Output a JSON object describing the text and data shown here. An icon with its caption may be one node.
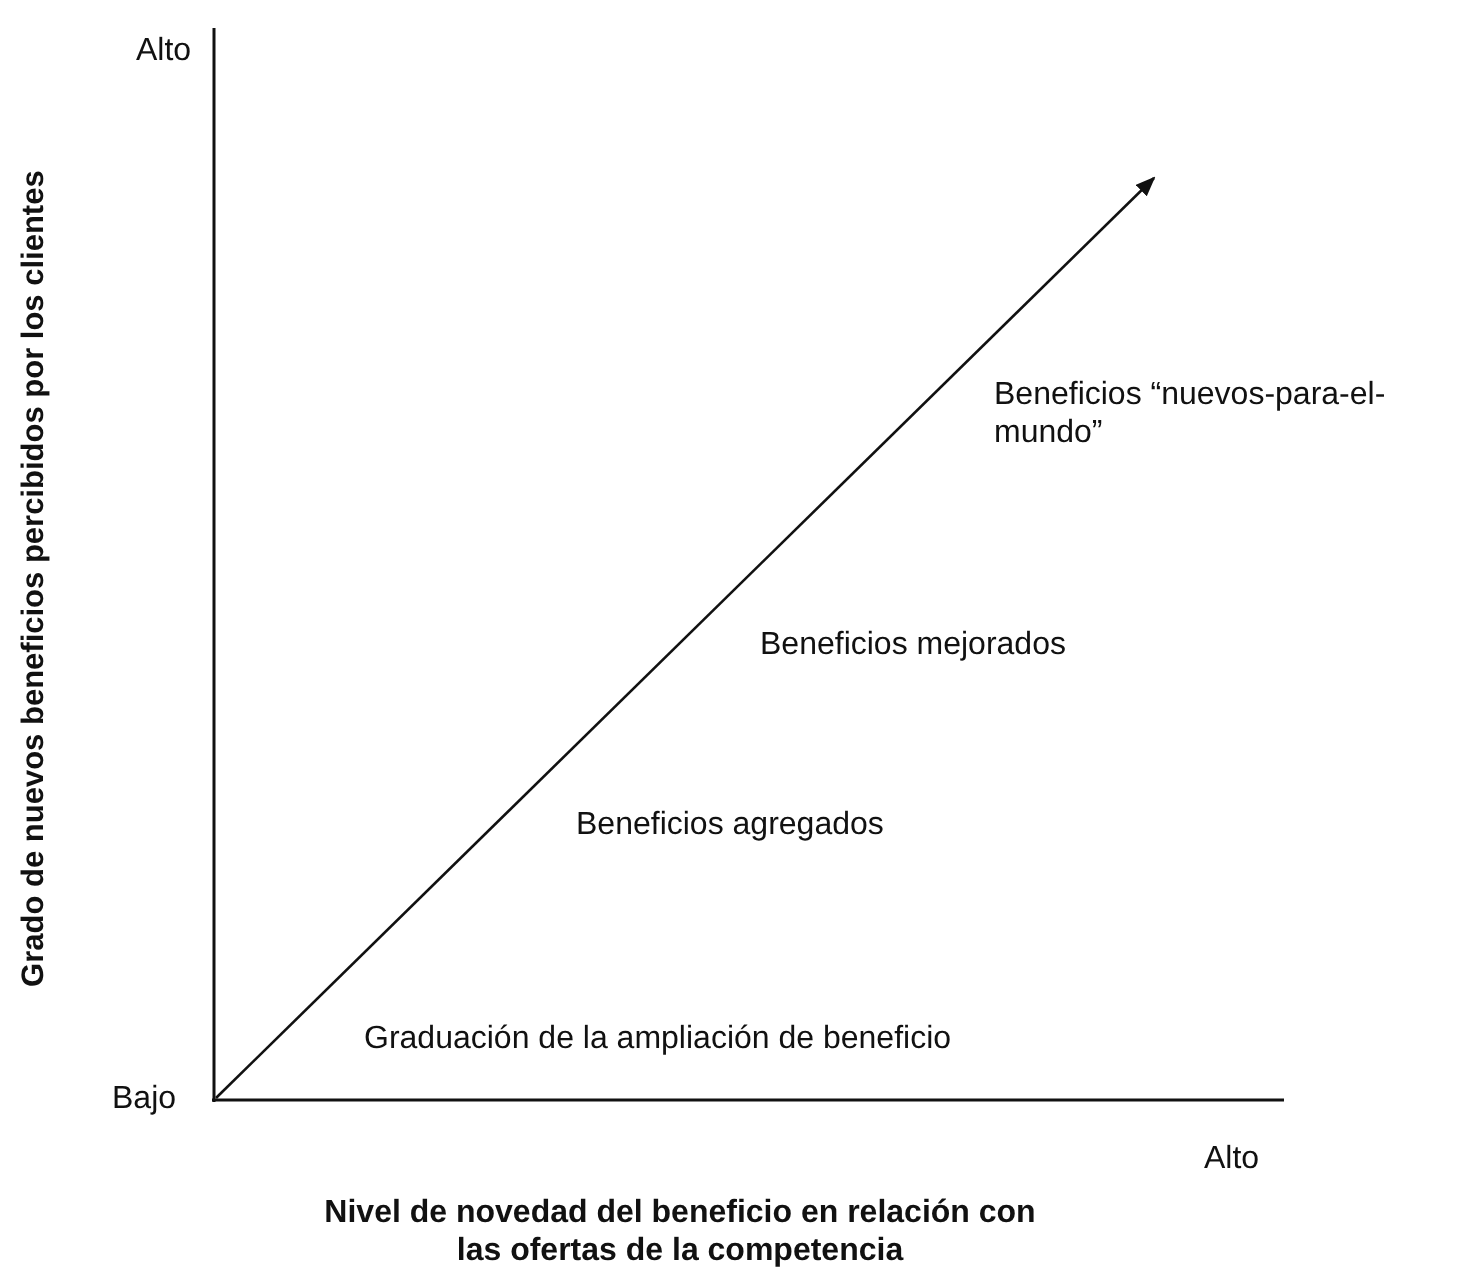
{
  "diagram": {
    "labels": [
      "Alto",
      "Grado de nuevos beneficios percibidos por los clientes",
      "Beneficios “nuevos-para-el-mundo”",
      "Beneficios mejorados",
      "Beneficios agregados",
      "Graduación de la ampliación de beneficio",
      "Bajo",
      "Alto",
      "Nivel de novedad del beneficio en relación con las ofertas de la competencia"
    ]
  }
}
